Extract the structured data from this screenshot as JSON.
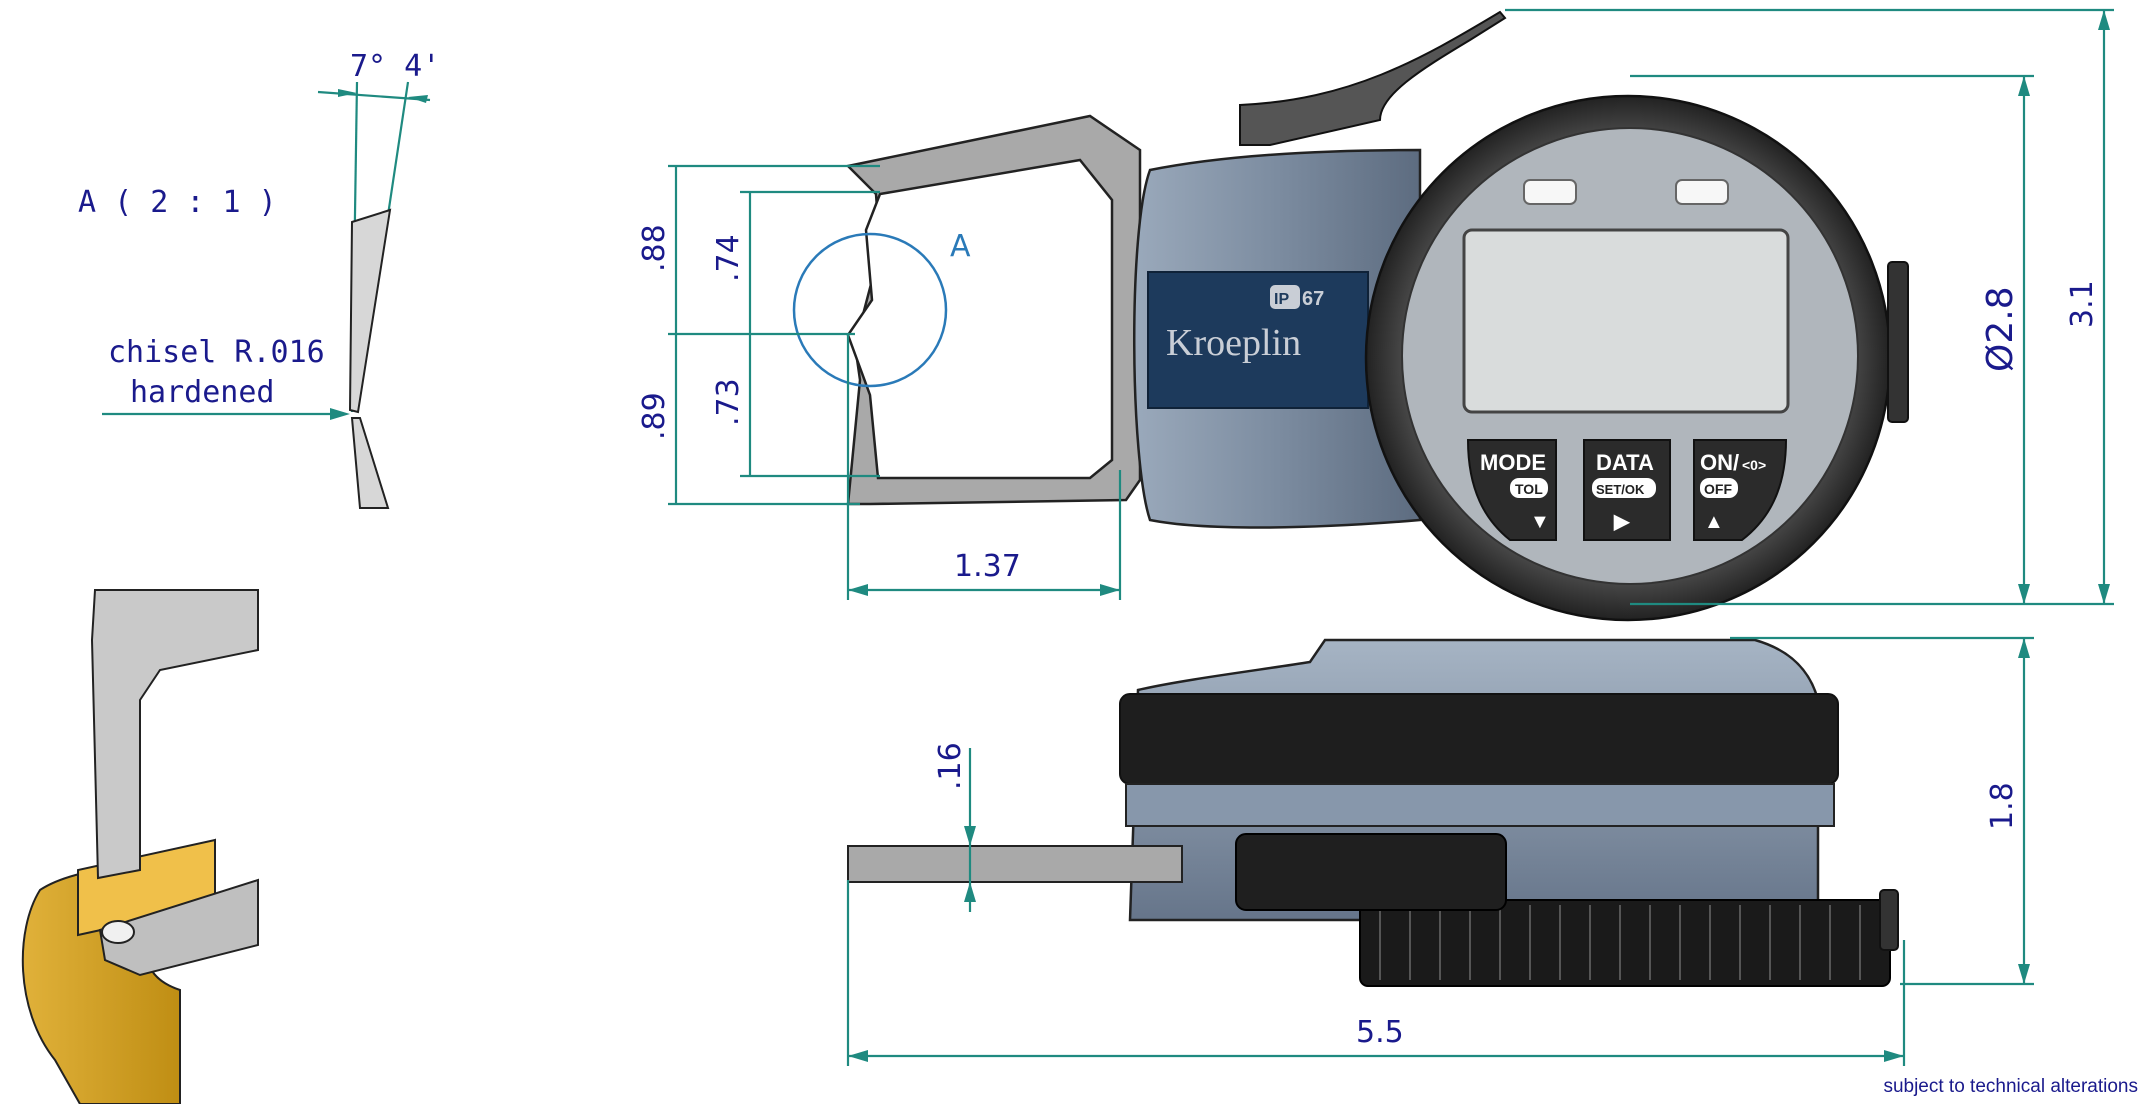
{
  "detail": {
    "angle_label": "7° 4'",
    "scale_label": "A ( 2 : 1 )",
    "chisel_label": "chisel R.016",
    "hardened_label": "hardened"
  },
  "front_view": {
    "detail_marker": "A",
    "dim_upper_outer": ".88",
    "dim_upper_inner": ".74",
    "dim_lower_inner": ".73",
    "dim_lower_outer": ".89",
    "dim_arm_length": "1.37",
    "dim_diameter": "Ø2.8",
    "dim_height": "3.1",
    "ip_label": "IP",
    "ip_rating": "67",
    "brand": "Kroeplin",
    "buttons": [
      {
        "top": "MODE",
        "sub": "TOL",
        "arrow": "▼"
      },
      {
        "top": "DATA",
        "sub": "SET/OK",
        "arrow": "▶"
      },
      {
        "top": "ON/",
        "top_extra": "<0>",
        "sub": "OFF",
        "arrow": "▲"
      }
    ]
  },
  "side_view": {
    "dim_thickness": ".16",
    "dim_height": "1.8",
    "dim_length": "5.5"
  },
  "footer": "subject to technical alterations",
  "colors": {
    "dimension_line": "#1f8a80",
    "dimension_text": "#1a1a8c",
    "detail_circle": "#2a7ab8",
    "body": "#7d8da0",
    "bezel": "#3a3a3a",
    "lcd": "#d9dcdc",
    "arm": "#a9a9a9",
    "workpiece": "#d4a020"
  }
}
